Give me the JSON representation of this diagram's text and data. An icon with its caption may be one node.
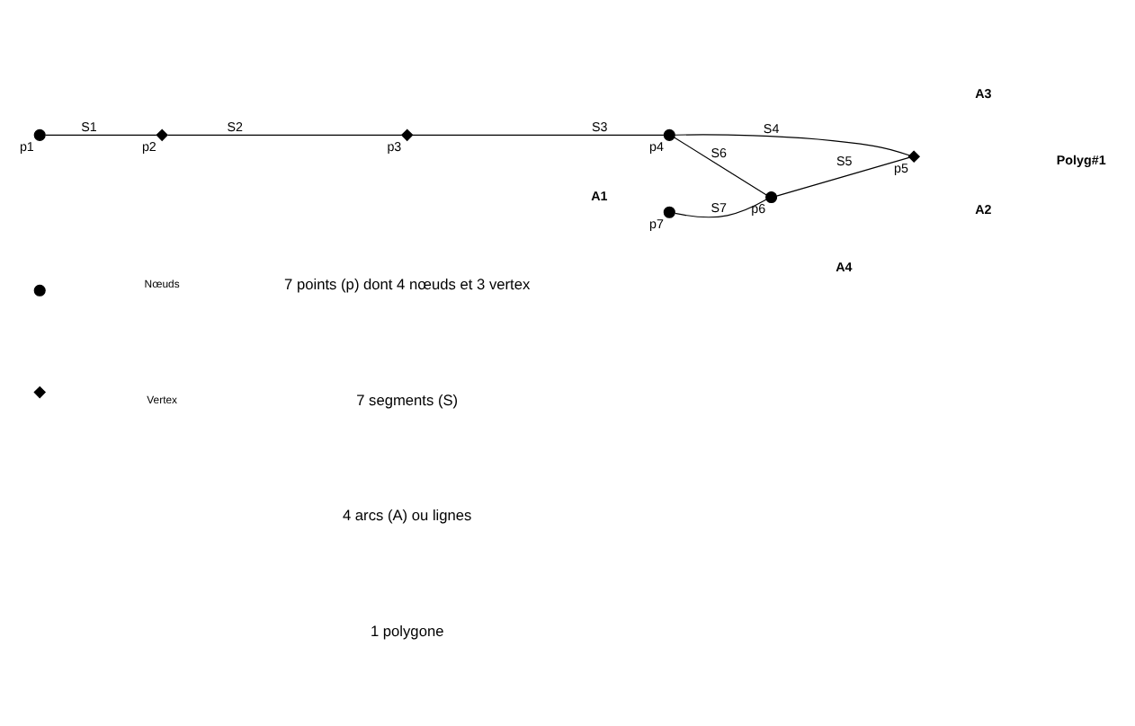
{
  "diagram": {
    "nodes": [
      {
        "text": [],
        "shape": "circle",
        "beside": [
          "p1"
        ]
      },
      {
        "text": [],
        "shape": "diamond",
        "beside": [
          "p2"
        ]
      },
      {
        "text": [],
        "shape": "diamond",
        "beside": [
          "p3"
        ]
      },
      {
        "text": [],
        "shape": "circle",
        "beside": [
          "p4"
        ]
      },
      {
        "text": [],
        "shape": "diamond",
        "beside": [
          "p5"
        ]
      },
      {
        "text": [],
        "shape": "circle",
        "beside": [
          "p6"
        ]
      },
      {
        "text": [],
        "shape": "circle",
        "beside": [
          "p7"
        ]
      }
    ],
    "edges": [
      {
        "from": 0,
        "to": 1,
        "arrow": "none",
        "label": "S1"
      },
      {
        "from": 1,
        "to": 2,
        "arrow": "none",
        "label": "S2"
      },
      {
        "from": 2,
        "to": 3,
        "arrow": "none",
        "label": "S3"
      },
      {
        "from": 3,
        "to": 4,
        "arrow": "none",
        "label": "S4"
      },
      {
        "from": 5,
        "to": 4,
        "arrow": "none",
        "label": "S5"
      },
      {
        "from": 3,
        "to": 5,
        "arrow": "none",
        "label": "S6"
      },
      {
        "from": 6,
        "to": 5,
        "arrow": "none",
        "label": "S7"
      }
    ],
    "labels": [
      "7 points (p) dont 4 nœuds et 3 vertex",
      "7 segments (S)",
      "4 arcs (A) ou lignes",
      "1 polygone",
      "A1",
      "A3",
      "Polyg#1",
      "A2",
      "A4"
    ],
    "legend": [
      {
        "text": "Nœuds"
      },
      {
        "text": "Vertex"
      }
    ]
  }
}
